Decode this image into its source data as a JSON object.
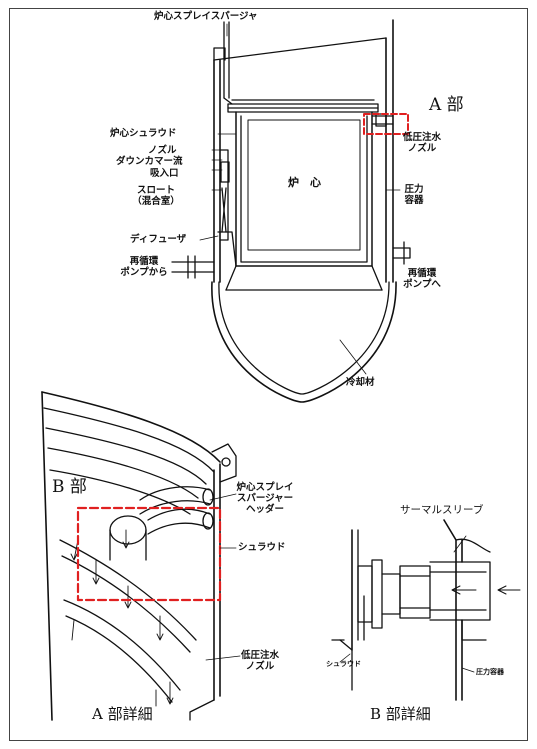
{
  "labels": {
    "core_spray_sparger": "炉心スプレイスパージャ",
    "section_a": "A 部",
    "low_pressure_injection_nozzle_top": [
      "低圧注水",
      "ノズル"
    ],
    "core_shroud": "炉心シュラウド",
    "nozzle": "ノズル",
    "downcomer_flow": "ダウンカマー流",
    "suction_inlet": "吸入口",
    "throat": [
      "スロート",
      "（混合室）"
    ],
    "core": "炉　心",
    "pressure_vessel": [
      "圧力",
      "容器"
    ],
    "diffuser": "ディフューザ",
    "from_recirc_pump": [
      "再循環",
      "ポンプから"
    ],
    "to_recirc_pump": [
      "再循環",
      "ポンプへ"
    ],
    "coolant": "冷却材",
    "section_b": "B 部",
    "core_spray_sparger_header": [
      "炉心スプレイ",
      "スパージャー",
      "ヘッダー"
    ],
    "shroud_a": "シュラウド",
    "low_pressure_injection_nozzle_bottom": [
      "低圧注水",
      "ノズル"
    ],
    "detail_a": "A 部詳細",
    "thermal_sleeve": "サーマルスリーブ",
    "shroud_b": "シュラウド",
    "pressure_vessel_b": "圧力容器",
    "detail_b": "B 部詳細"
  },
  "colors": {
    "line": "#111111",
    "highlight": "#e02020"
  }
}
